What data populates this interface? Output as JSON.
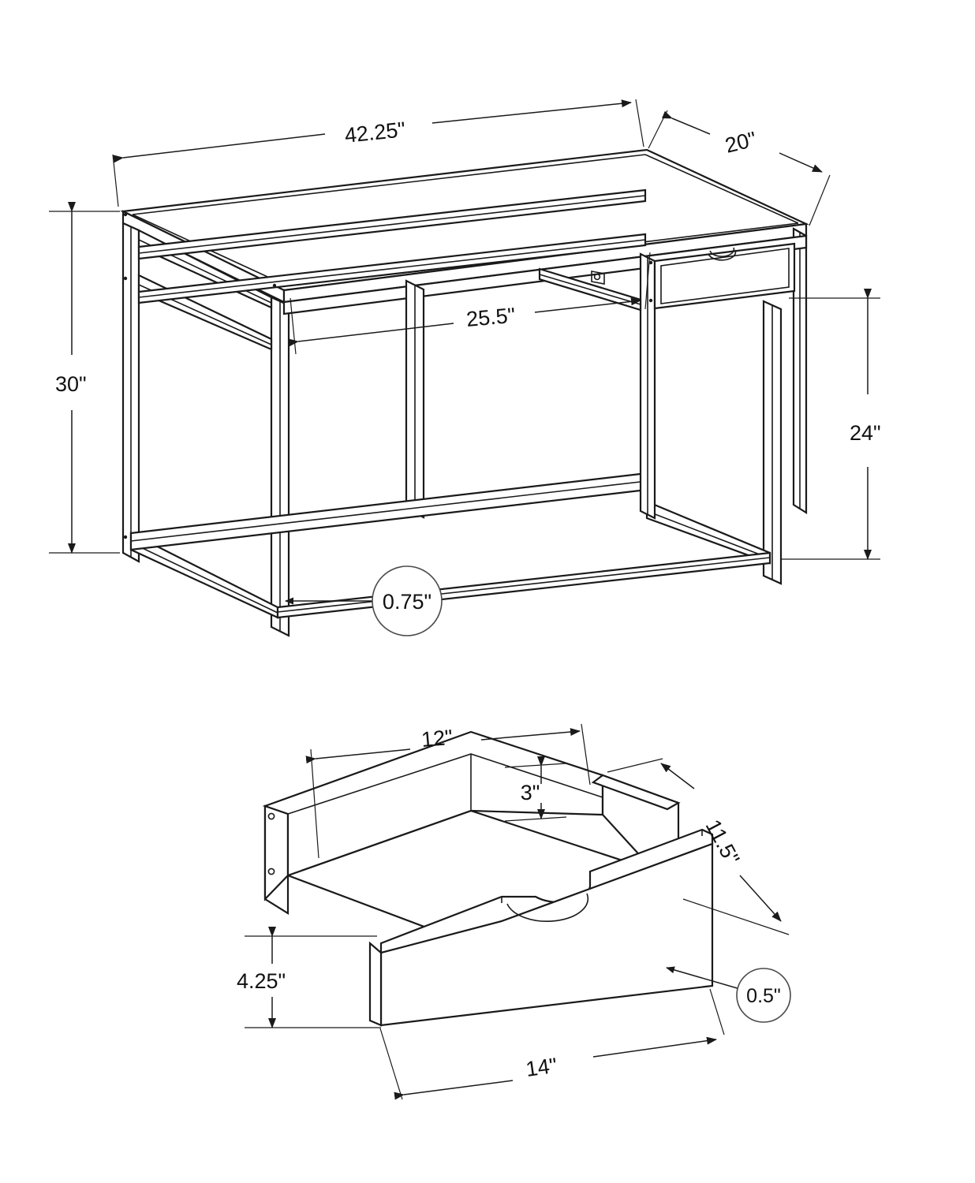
{
  "document": {
    "type": "technical-dimension-drawing",
    "subject": "writing desk with single drawer",
    "units": "inches",
    "line_color": "#1a1a1a",
    "background_color": "#ffffff"
  },
  "desk_view": {
    "title": "desk assembly isometric",
    "dimensions": {
      "width": "42.25\"",
      "depth": "20\"",
      "total_height": "30\"",
      "clearance_height": "24\"",
      "knee_opening_width": "25.5\"",
      "frame_tube_thickness": "0.75\""
    }
  },
  "drawer_view": {
    "title": "drawer box isometric",
    "dimensions": {
      "interior_width": "12\"",
      "interior_side_height": "3\"",
      "depth": "11.5\"",
      "front_height": "4.25\"",
      "front_width": "14\"",
      "panel_thickness": "0.5\""
    }
  },
  "annotations": [
    {
      "id": "desk-width",
      "label": "42.25\"",
      "view": "desk"
    },
    {
      "id": "desk-depth",
      "label": "20\"",
      "view": "desk"
    },
    {
      "id": "desk-height",
      "label": "30\"",
      "view": "desk"
    },
    {
      "id": "desk-clearance",
      "label": "24\"",
      "view": "desk"
    },
    {
      "id": "knee-opening",
      "label": "25.5\"",
      "view": "desk"
    },
    {
      "id": "tube-thickness",
      "label": "0.75\"",
      "view": "desk",
      "style": "circle-callout"
    },
    {
      "id": "drawer-inner-w",
      "label": "12\"",
      "view": "drawer"
    },
    {
      "id": "drawer-side-h",
      "label": "3\"",
      "view": "drawer"
    },
    {
      "id": "drawer-depth",
      "label": "11.5\"",
      "view": "drawer",
      "rotated": true
    },
    {
      "id": "drawer-front-h",
      "label": "4.25\"",
      "view": "drawer"
    },
    {
      "id": "drawer-front-w",
      "label": "14\"",
      "view": "drawer",
      "rotated": true
    },
    {
      "id": "panel-thickness",
      "label": "0.5\"",
      "view": "drawer",
      "style": "circle-callout"
    }
  ]
}
